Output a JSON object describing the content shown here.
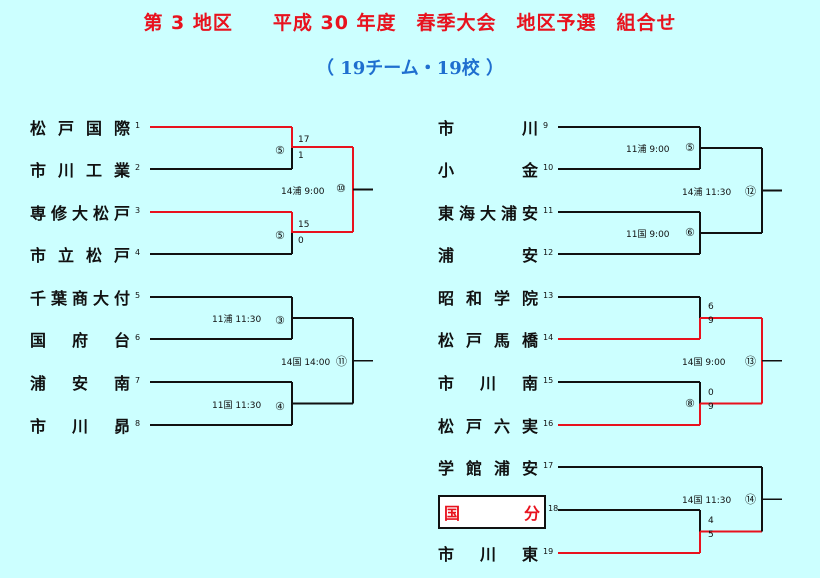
{
  "header": {
    "title": "第 3 地区　　平成 30 年度　春季大会　地区予選　組合せ",
    "subtitle": "（ 19チーム・19校 ）"
  },
  "colors": {
    "win": "#e8121e",
    "line": "#111111",
    "title": "#e8121e",
    "subtitle": "#1f6fcf",
    "background": "#ccffff"
  },
  "left": {
    "teams": [
      {
        "seed": "1",
        "name": "松戸国際"
      },
      {
        "seed": "2",
        "name": "市川工業"
      },
      {
        "seed": "3",
        "name": "専修大松戸"
      },
      {
        "seed": "4",
        "name": "市立松戸"
      },
      {
        "seed": "5",
        "name": "千葉商大付"
      },
      {
        "seed": "6",
        "name": "国府台"
      },
      {
        "seed": "7",
        "name": "浦安南"
      },
      {
        "seed": "8",
        "name": "市川昴"
      }
    ],
    "first_round": [
      {
        "game": "⑤",
        "info": "",
        "score_top": "17",
        "score_bottom": "1"
      },
      {
        "game": "⑤",
        "info": "",
        "score_top": "15",
        "score_bottom": "0"
      },
      {
        "game": "③",
        "info": "11浦 11:30",
        "score_top": "",
        "score_bottom": ""
      },
      {
        "game": "④",
        "info": "11国 11:30",
        "score_top": "",
        "score_bottom": ""
      }
    ],
    "second_round": [
      {
        "game": "⑩",
        "info": "14浦 9:00"
      },
      {
        "game": "⑪",
        "info": "14国 14:00"
      }
    ]
  },
  "right": {
    "teams": [
      {
        "seed": "9",
        "name": "市川"
      },
      {
        "seed": "10",
        "name": "小金"
      },
      {
        "seed": "11",
        "name": "東海大浦安"
      },
      {
        "seed": "12",
        "name": "浦安"
      },
      {
        "seed": "13",
        "name": "昭和学院"
      },
      {
        "seed": "14",
        "name": "松戸馬橋"
      },
      {
        "seed": "15",
        "name": "市川南"
      },
      {
        "seed": "16",
        "name": "松戸六実"
      },
      {
        "seed": "17",
        "name": "学館浦安"
      },
      {
        "seed": "18",
        "name": "国分"
      },
      {
        "seed": "19",
        "name": "市川東"
      }
    ],
    "first_round": [
      {
        "game": "⑤",
        "info": "11浦 9:00",
        "score_top": "",
        "score_bottom": ""
      },
      {
        "game": "⑥",
        "info": "11国 9:00",
        "score_top": "",
        "score_bottom": ""
      },
      {
        "game": "",
        "info": "",
        "score_top": "6",
        "score_bottom": "9"
      },
      {
        "game": "⑧",
        "info": "",
        "score_top": "0",
        "score_bottom": "9"
      },
      {
        "game": "",
        "info": "",
        "score_top": "4",
        "score_bottom": "5"
      }
    ],
    "second_round": [
      {
        "game": "⑫",
        "info": "14浦 11:30"
      },
      {
        "game": "⑬",
        "info": "14国 9:00"
      },
      {
        "game": "⑭",
        "info": "14国 11:30"
      }
    ]
  }
}
